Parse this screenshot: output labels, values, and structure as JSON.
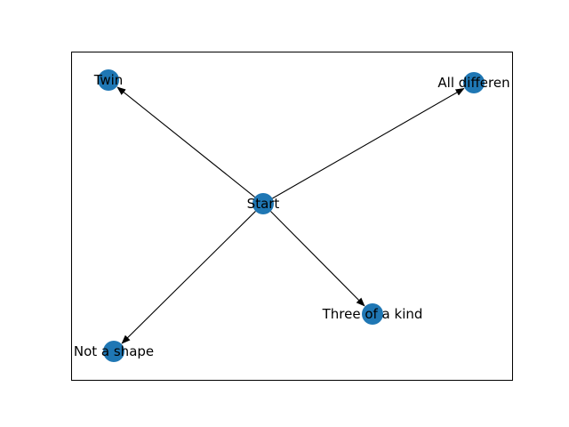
{
  "graph": {
    "node_color": "#1f77b4",
    "edge_color": "#000000",
    "nodes": [
      {
        "id": "start",
        "label": "Start"
      },
      {
        "id": "twin",
        "label": "Twin"
      },
      {
        "id": "all_different",
        "label": "All differen"
      },
      {
        "id": "three_of_a_kind",
        "label": "Three of a kind"
      },
      {
        "id": "not_a_shape",
        "label": "Not a shape"
      }
    ],
    "edges": [
      {
        "source": "start",
        "target": "twin"
      },
      {
        "source": "start",
        "target": "all_different"
      },
      {
        "source": "start",
        "target": "three_of_a_kind"
      },
      {
        "source": "start",
        "target": "not_a_shape"
      }
    ]
  }
}
